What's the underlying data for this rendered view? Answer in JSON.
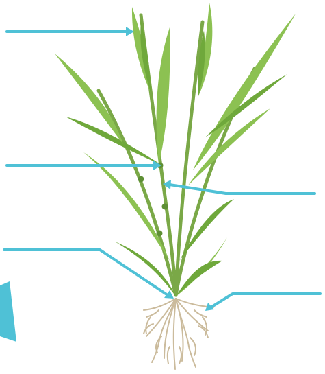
{
  "diagram": {
    "parts": [
      {
        "id": "leaf-blade",
        "label": ""
      },
      {
        "id": "node",
        "label": ""
      },
      {
        "id": "stem",
        "label": ""
      },
      {
        "id": "crown",
        "label": ""
      },
      {
        "id": "roots",
        "label": ""
      }
    ]
  },
  "colors": {
    "background": "#ffffff",
    "leaf_light": "#8cc152",
    "leaf_dark": "#6fa83b",
    "stem": "#7aa847",
    "node": "#5e8f35",
    "root": "#cbbb9c",
    "pointer": "#4fc1d6"
  }
}
